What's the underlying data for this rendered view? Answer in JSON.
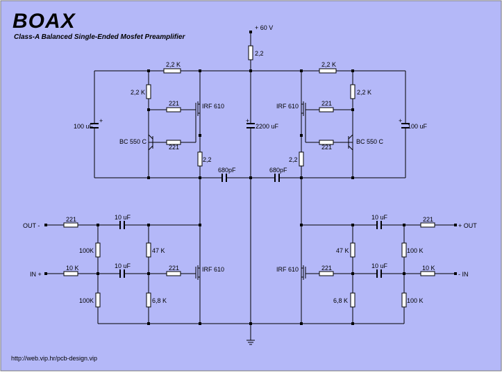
{
  "title": "BOAX",
  "subtitle": "Class-A Balanced Single-Ended Mosfet Preamplifier",
  "url": "http://web.vip.hr/pcb-design.vip",
  "colors": {
    "background": "#b4b8f8",
    "wire": "#000000",
    "component_fill": "#ffffff",
    "border": "#7a7a7a"
  },
  "labels": {
    "supply": "+ 60 V",
    "r_supply": "2,2",
    "r_2k2_top_left": "2,2 K",
    "r_2k2_top_right": "2,2 K",
    "r_2k2_vert_left": "2,2 K",
    "r_2k2_vert_right": "2,2 K",
    "r_221_gate_left": "221",
    "r_221_gate_right": "221",
    "r_221_base_left": "221",
    "r_221_base_right": "221",
    "q_mosfet_top_left": "IRF 610",
    "q_mosfet_top_right": "IRF 610",
    "q_bjt_left": "BC 550 C",
    "q_bjt_right": "BC 550 C",
    "c_100u_left": "100 uF",
    "c_100u_right": "100 uF",
    "c_2200u": "2200 uF",
    "r_2_2_source_left": "2,2",
    "r_2_2_source_right": "2,2",
    "c_680p_left": "680pF",
    "c_680p_right": "680pF",
    "out_minus": "OUT -",
    "out_plus": "+ OUT",
    "in_plus": "IN +",
    "in_minus": "- IN",
    "r_221_out_left": "221",
    "r_221_out_right": "221",
    "c_10u_out_left": "10 uF",
    "c_10u_out_right": "10 uF",
    "r_10k_in_left": "10 K",
    "r_10k_in_right": "10 K",
    "c_10u_in_left": "10 uF",
    "c_10u_in_right": "10 uF",
    "r_221_g2_left": "221",
    "r_221_g2_right": "221",
    "q_mosfet_bot_left": "IRF 610",
    "q_mosfet_bot_right": "IRF 610",
    "r_47k_left": "47 K",
    "r_47k_right": "47 K",
    "r_6k8_left": "6,8 K",
    "r_6k8_right": "6,8 K",
    "r_100k_top_left": "100K",
    "r_100k_top_right": "100 K",
    "r_100k_bot_left": "100K",
    "r_100k_bot_right": "100 K"
  }
}
